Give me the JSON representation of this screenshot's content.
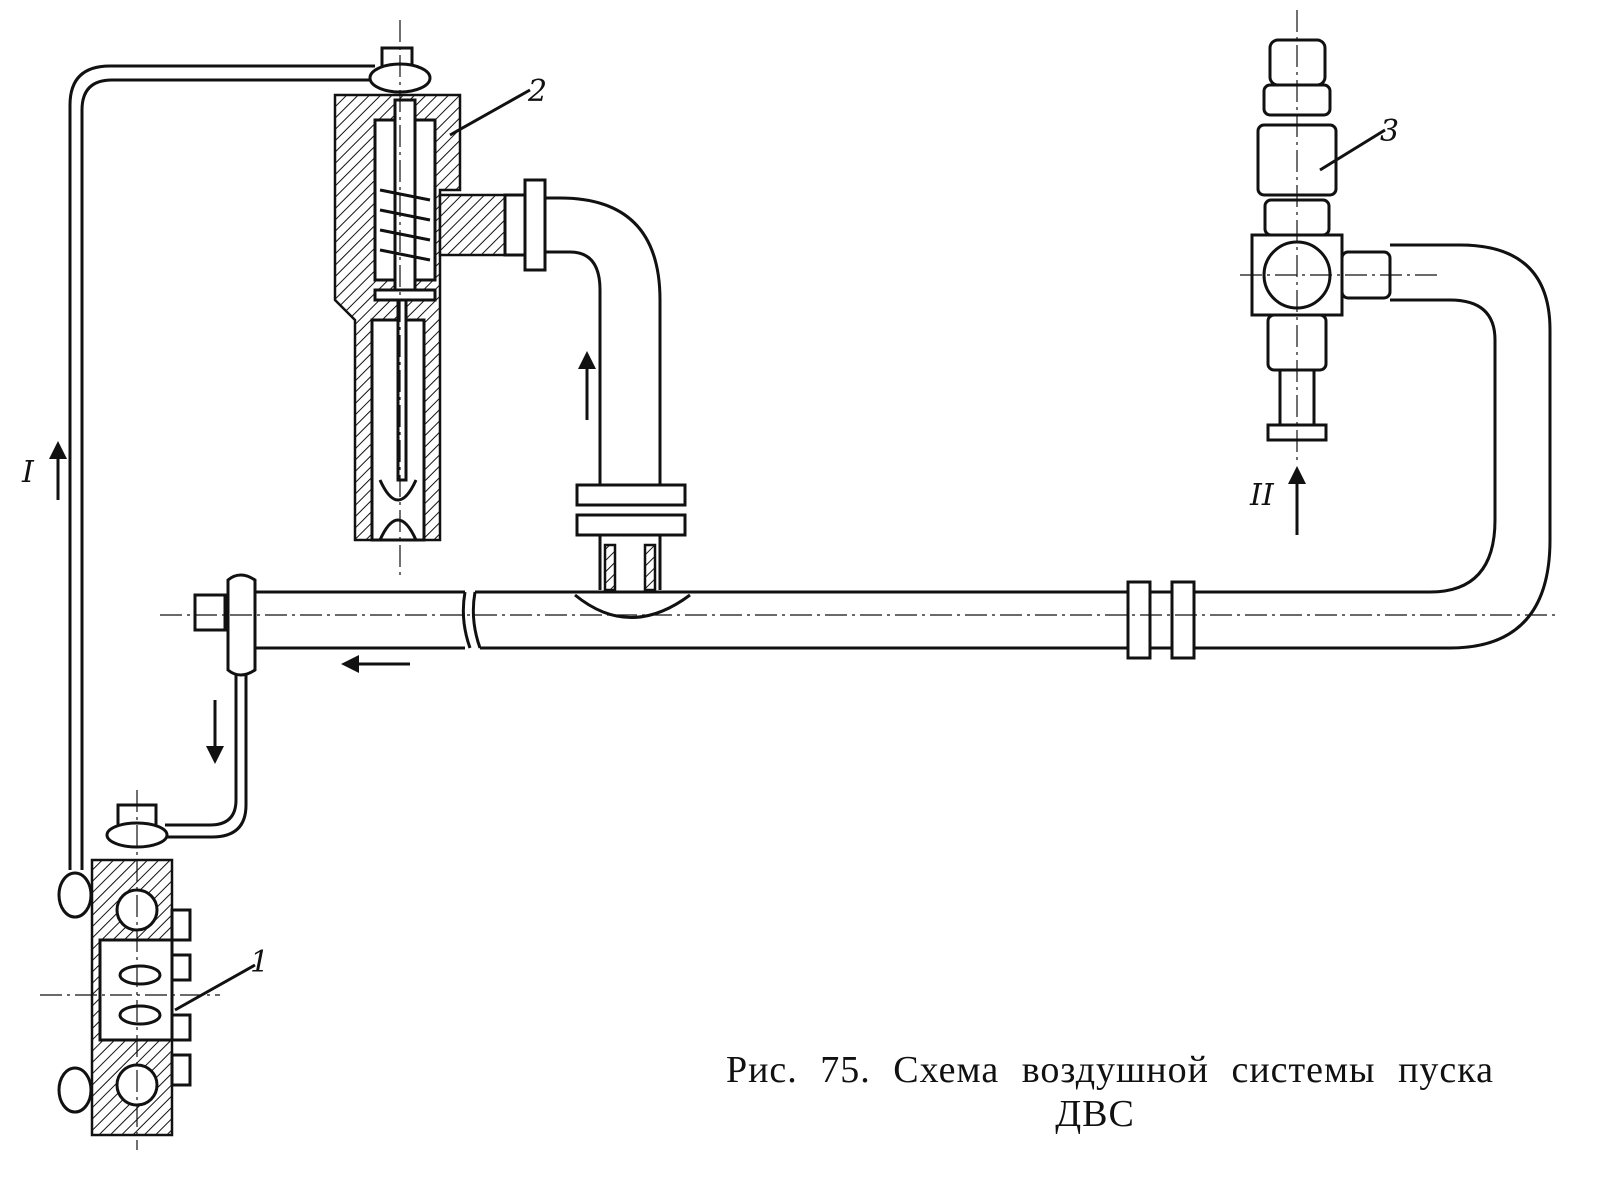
{
  "diagram": {
    "labels": {
      "part_1": "1",
      "part_2": "2",
      "part_3": "3",
      "flow_I": "I",
      "flow_II": "II"
    },
    "caption": {
      "line1": "Рис. 75. Схема воздушной системы пуска",
      "line2": "ДВС"
    }
  }
}
